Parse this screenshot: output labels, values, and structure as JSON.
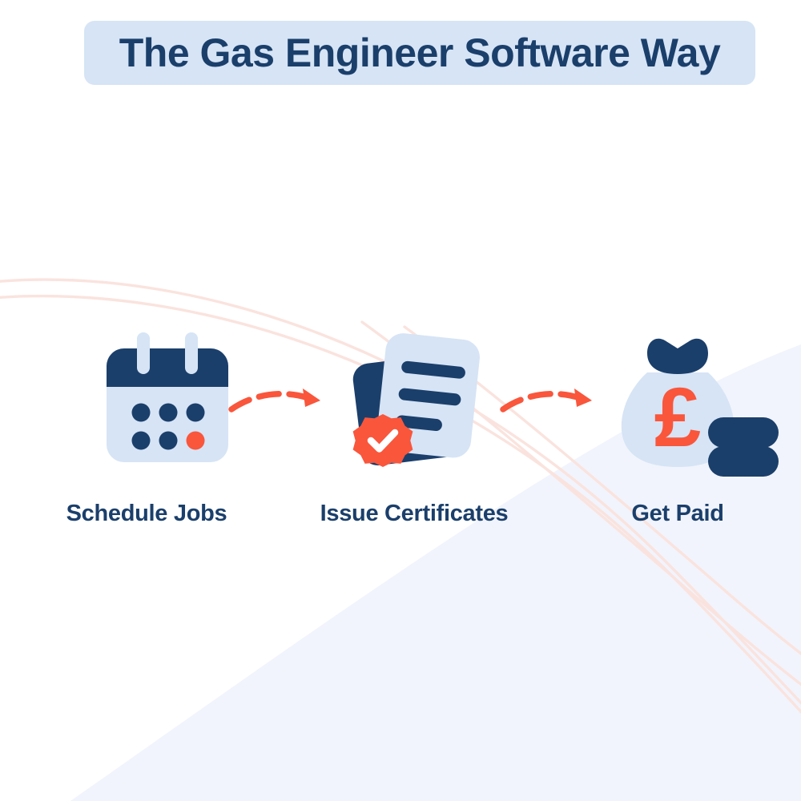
{
  "page": {
    "title": "The Gas Engineer Software Way",
    "background_color": "#FFFFFF"
  },
  "palette": {
    "navy": "#1B3F6B",
    "navy_dark": "#163C68",
    "light_blue": "#D6E4F5",
    "banner_blue": "#D6E4F5",
    "orange": "#F9563C",
    "pale_blue_wash": "#F1F4FC",
    "faint_pink": "#FAE3DE",
    "white": "#FFFFFF"
  },
  "banner": {
    "heading": "The Gas Engineer Software Way",
    "background_color": "#D6E4F5",
    "text_color": "#1B3F6B"
  },
  "steps": [
    {
      "id": "schedule-jobs",
      "order": 1,
      "label": "Schedule Jobs",
      "icon": "calendar-icon",
      "icon_parts": {
        "body_color": "#D6E4F5",
        "header_color": "#1B3F6B",
        "dot_color": "#1B3F6B",
        "highlight_dot_color": "#F9563C",
        "dot_rows": 2,
        "dot_columns": 3,
        "highlight_dot_position": "row-2-col-3"
      }
    },
    {
      "id": "issue-certificates",
      "order": 2,
      "label": "Issue Certificates",
      "icon": "certificate-document-icon",
      "icon_parts": {
        "back_document_color": "#1B3F6B",
        "front_document_color": "#D6E4F5",
        "text_line_color": "#1B3F6B",
        "text_line_count": 3,
        "badge_color": "#F9563C",
        "badge_check_color": "#FFFFFF",
        "badge": "verified-check-badge"
      }
    },
    {
      "id": "get-paid",
      "order": 3,
      "label": "Get Paid",
      "icon": "money-bag-icon",
      "icon_parts": {
        "bag_color": "#D6E4F5",
        "tie_color": "#1B3F6B",
        "currency_symbol": "£",
        "currency_color": "#F9563C",
        "coin_color": "#1B3F6B",
        "coin_count": 2
      }
    }
  ],
  "connectors": [
    {
      "id": "arrow-1",
      "from": "schedule-jobs",
      "to": "issue-certificates",
      "style": "dashed-curved-arrow",
      "color": "#F9563C",
      "dash_count": 3
    },
    {
      "id": "arrow-2",
      "from": "issue-certificates",
      "to": "get-paid",
      "style": "dashed-curved-arrow",
      "color": "#F9563C",
      "dash_count": 3
    }
  ],
  "decorations": {
    "swoosh_curves": {
      "name": "faint-pink-swoosh-lines",
      "color": "#FAE3DE",
      "count": 4
    },
    "corner_wash": {
      "name": "bottom-right-pale-blue-wash",
      "color": "#F1F4FC",
      "position": "bottom-right"
    }
  }
}
